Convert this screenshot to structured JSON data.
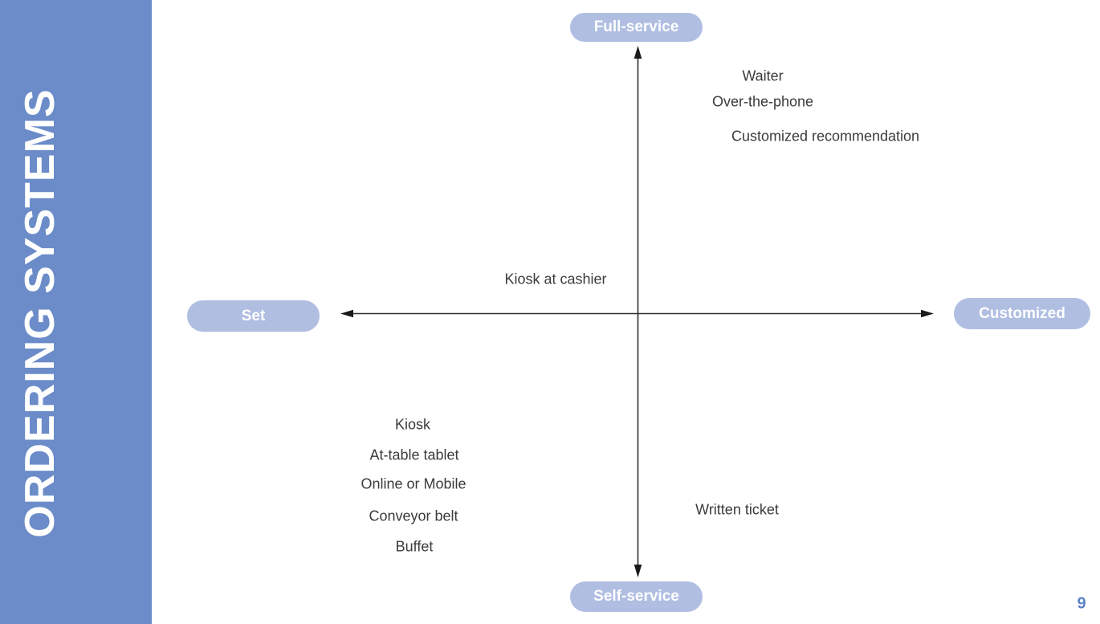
{
  "slide": {
    "title": "ORDERING SYSTEMS",
    "page_number": "9"
  },
  "quadrant_chart": {
    "type": "quadrant-diagram",
    "axes": {
      "vertical_top": "Full-service",
      "vertical_bottom": "Self-service",
      "horizontal_left": "Set",
      "horizontal_right": "Customized"
    },
    "items": [
      {
        "label": "Waiter",
        "quadrant": "top-right"
      },
      {
        "label": "Over-the-phone",
        "quadrant": "top-right"
      },
      {
        "label": "Customized recommendation",
        "quadrant": "top-right"
      },
      {
        "label": "Kiosk at cashier",
        "quadrant": "top-left"
      },
      {
        "label": "Kiosk",
        "quadrant": "bottom-left"
      },
      {
        "label": "At-table tablet",
        "quadrant": "bottom-left"
      },
      {
        "label": "Online or Mobile",
        "quadrant": "bottom-left"
      },
      {
        "label": "Conveyor belt",
        "quadrant": "bottom-left"
      },
      {
        "label": "Buffet",
        "quadrant": "bottom-left"
      },
      {
        "label": "Written ticket",
        "quadrant": "bottom-right"
      }
    ]
  },
  "colors": {
    "sidebar_blue": "#6b8cc8",
    "pill_blue": "#b0bee2",
    "item_text": "#3b3b3b",
    "page_number_blue": "#5d82c9",
    "axis_line": "#2d2d2d"
  }
}
